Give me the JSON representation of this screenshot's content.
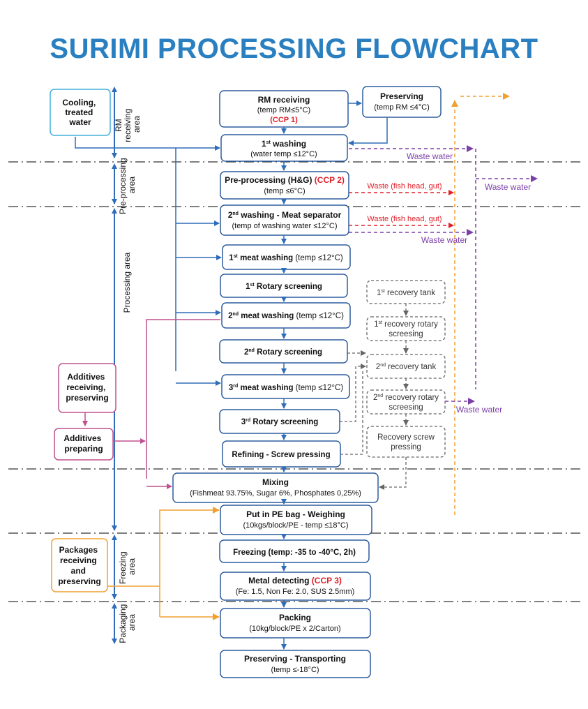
{
  "title": "SURIMI PROCESSING FLOWCHART",
  "colors": {
    "title": "#2a7fc1",
    "box": "#2f5d9e",
    "arrow": "#2f6db8",
    "ccp": "#e0202a",
    "waste_red": "#e0202a",
    "waste_purple": "#7b3fa8",
    "orange": "#f0a030",
    "pink": "#c0508f",
    "gray": "#666666",
    "cyan": "#40b0d8"
  },
  "areas": {
    "rm": [
      "RM",
      "receiving",
      "area"
    ],
    "pre": [
      "Pre-processing",
      "area"
    ],
    "processing": [
      "Processing area"
    ],
    "freezing": [
      "Freezing",
      "area"
    ],
    "packaging": [
      "Packaging",
      "area"
    ]
  },
  "side": {
    "cooling": [
      "Cooling,",
      "treated",
      "water"
    ],
    "additives_receiving": [
      "Additives",
      "receiving,",
      "preserving"
    ],
    "additives_preparing": [
      "Additives",
      "preparing"
    ],
    "packages": [
      "Packages",
      "receiving",
      "and",
      "preserving"
    ]
  },
  "steps": {
    "rm_receiving": {
      "title": "RM receiving",
      "detail": "(temp RM≤5°C)",
      "ccp": "(CCP 1)"
    },
    "preserving_rm": {
      "title": "Preserving",
      "detail": "(temp RM ≤4°C)"
    },
    "washing1": {
      "title_a": "1",
      "title_sup": "st",
      "title_b": " washing",
      "detail": "(water temp ≤12°C)"
    },
    "preprocessing": {
      "title": "Pre-processing (H&G) ",
      "ccp": "(CCP 2)",
      "detail": "(temp ≤6°C)"
    },
    "washing2": {
      "title_a": "2",
      "title_sup": "nd",
      "title_b": " washing - Meat separator",
      "detail": "(temp of washing water ≤12°C)"
    },
    "meat_washing1": {
      "title_a": "1",
      "title_sup": "st",
      "title_b": " meat washing",
      "detail": " (temp ≤12°C)"
    },
    "rotary1": {
      "title_a": "1",
      "title_sup": "st",
      "title_b": " Rotary screening"
    },
    "meat_washing2": {
      "title_a": "2",
      "title_sup": "nd",
      "title_b": " meat washing",
      "detail": " (temp ≤12°C)"
    },
    "rotary2": {
      "title_a": "2",
      "title_sup": "nd",
      "title_b": " Rotary screening"
    },
    "meat_washing3": {
      "title_a": "3",
      "title_sup": "rd",
      "title_b": " meat washing",
      "detail": " (temp ≤12°C)"
    },
    "rotary3": {
      "title_a": "3",
      "title_sup": "rd",
      "title_b": " Rotary screening"
    },
    "refining": {
      "title": "Refining - Screw pressing"
    },
    "mixing": {
      "title": "Mixing",
      "detail": "(Fishmeat 93.75%, Sugar 6%, Phosphates 0,25%)"
    },
    "pe_bag": {
      "title": "Put in PE bag - Weighing",
      "detail": "(10kgs/block/PE - temp ≤18°C)"
    },
    "freezing": {
      "title": "Freezing (temp: -35 to -40°C, 2h)"
    },
    "metal": {
      "title": "Metal detecting ",
      "ccp": "(CCP 3)",
      "detail": "(Fe: 1.5, Non Fe: 2.0, SUS 2.5mm)"
    },
    "packing": {
      "title": "Packing",
      "detail": "(10kg/block/PE x 2/Carton)"
    },
    "transport": {
      "title": "Preserving - Transporting",
      "detail": "(temp ≤-18°C)"
    }
  },
  "recovery": {
    "tank1": {
      "a": "1",
      "sup": "st",
      "b": " recovery tank"
    },
    "rotary1": {
      "a": "1",
      "sup": "st",
      "b": " recovery rotary",
      "line2": "screesing"
    },
    "tank2": {
      "a": "2",
      "sup": "nd",
      "b": " recovery tank"
    },
    "rotary2": {
      "a": "2",
      "sup": "nd",
      "b": " recovery rotary",
      "line2": "screesing"
    },
    "screw": {
      "line1": "Recovery screw",
      "line2": "pressing"
    }
  },
  "waste": {
    "water": "Waste water",
    "fish": "Waste (fish head, gut)"
  }
}
